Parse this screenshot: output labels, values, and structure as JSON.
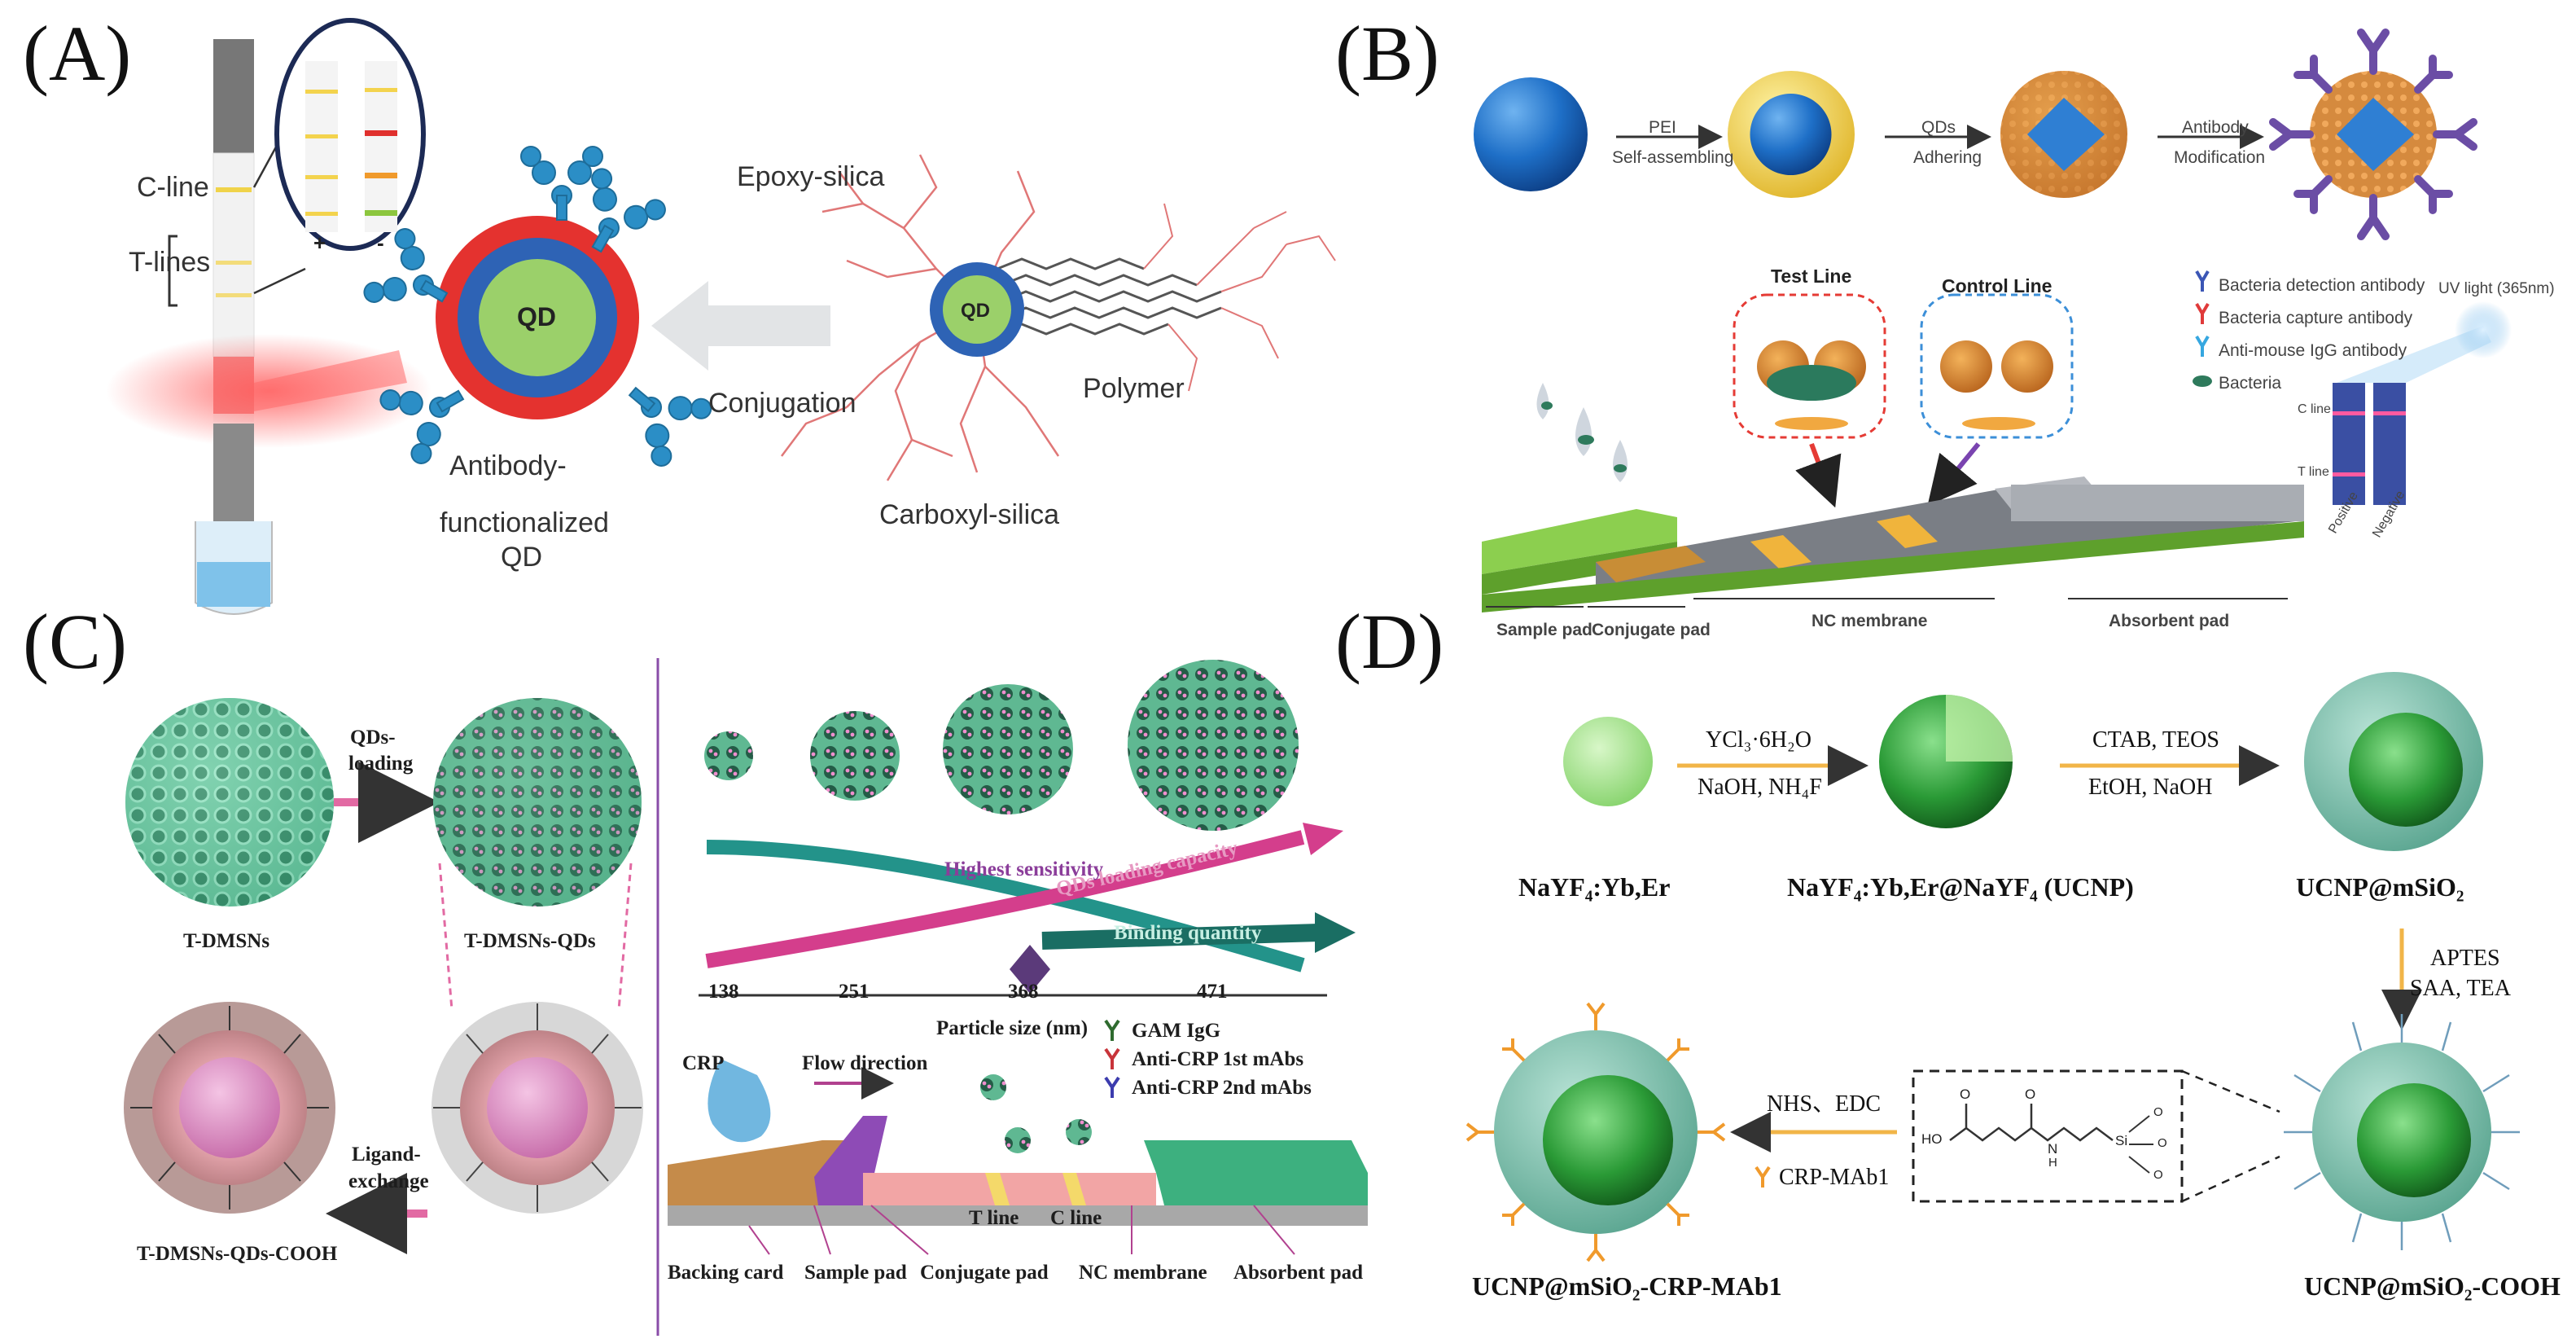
{
  "panels": {
    "A": {
      "label": "(A)",
      "c_line": "C-line",
      "t_lines": "T-lines",
      "plus": "+",
      "minus": "-",
      "qd": "QD",
      "epoxy": "Epoxy-silica",
      "polymer": "Polymer",
      "carboxyl": "Carboxyl-silica",
      "conjugation": "Conjugation",
      "antibody_qd": [
        "Antibody-",
        "functionalized",
        "QD"
      ]
    },
    "B": {
      "label": "(B)",
      "step1_top": "PEI",
      "step1_bottom": "Self-assembling",
      "step2_top": "QDs",
      "step2_bottom": "Adhering",
      "step3_top": "Antibody",
      "step3_bottom": "Modification",
      "test_line": "Test Line",
      "control_line": "Control Line",
      "legend": [
        "Bacteria detection antibody",
        "Bacteria capture antibody",
        "Anti-mouse IgG antibody",
        "Bacteria"
      ],
      "uv": "UV light (365nm)",
      "c_line": "C line",
      "t_line": "T line",
      "positive": "Positive",
      "negative": "Negative",
      "sample_pad": "Sample pad",
      "conjugate_pad": "Conjugate pad",
      "nc_membrane": "NC membrane",
      "absorbent_pad": "Absorbent pad"
    },
    "C": {
      "label": "(C)",
      "qds_loading": [
        "QDs-",
        "loading"
      ],
      "t_dmsns": "T-DMSNs",
      "t_dmsns_qds": "T-DMSNs-QDs",
      "ligand_exchange": [
        "Ligand-",
        "exchange"
      ],
      "t_dmsns_qds_cooh": "T-DMSNs-QDs-COOH",
      "highest_sensitivity": "Highest sensitivity",
      "qds_loading_capacity": "QDs loading capacity",
      "binding_quantity": "Binding quantity",
      "sizes": [
        "138",
        "251",
        "368",
        "471"
      ],
      "particle_size": "Particle size (nm)",
      "legend": [
        "GAM IgG",
        "Anti-CRP 1st mAbs",
        "Anti-CRP 2nd mAbs"
      ],
      "crp": "CRP",
      "flow_direction": "Flow direction",
      "t_line": "T line",
      "c_line": "C line",
      "backing_card": "Backing card",
      "sample_pad": "Sample pad",
      "conjugate_pad": "Conjugate pad",
      "nc_membrane": "NC membrane",
      "absorbent_pad": "Absorbent pad"
    },
    "D": {
      "label": "(D)",
      "step1_top": "YCl₃·6H₂O",
      "step1_bottom": "NaOH, NH₄F",
      "step2_top": "CTAB, TEOS",
      "step2_bottom": "EtOH, NaOH",
      "core": "NaYF₄:Yb,Er",
      "ucnp": "NaYF₄:Yb,Er@NaYF₄ (UCNP)",
      "ucnp_msio2": "UCNP@mSiO₂",
      "step3_top": "APTES",
      "step3_bottom": "SAA, TEA",
      "step4_top": "NHS、EDC",
      "step4_bottom": "CRP-MAb1",
      "ucnp_cooh": "UCNP@mSiO₂-COOH",
      "ucnp_mab": "UCNP@mSiO₂-CRP-MAb1",
      "formula_ho": "HO",
      "formula_o": "O",
      "formula_n": "N",
      "formula_h": "H",
      "formula_si": "Si"
    }
  },
  "colors": {
    "qd_green": "#9bd06a",
    "shell_red": "#e4322f",
    "shell_blue": "#2e63b5",
    "mesoporous_green": "#6ec8a3",
    "ucnp_green": "#2e9c38",
    "antibody_blue": "#2f7fbf",
    "strip_green": "#7cc13f",
    "panel_divider": "#8a4da8"
  }
}
